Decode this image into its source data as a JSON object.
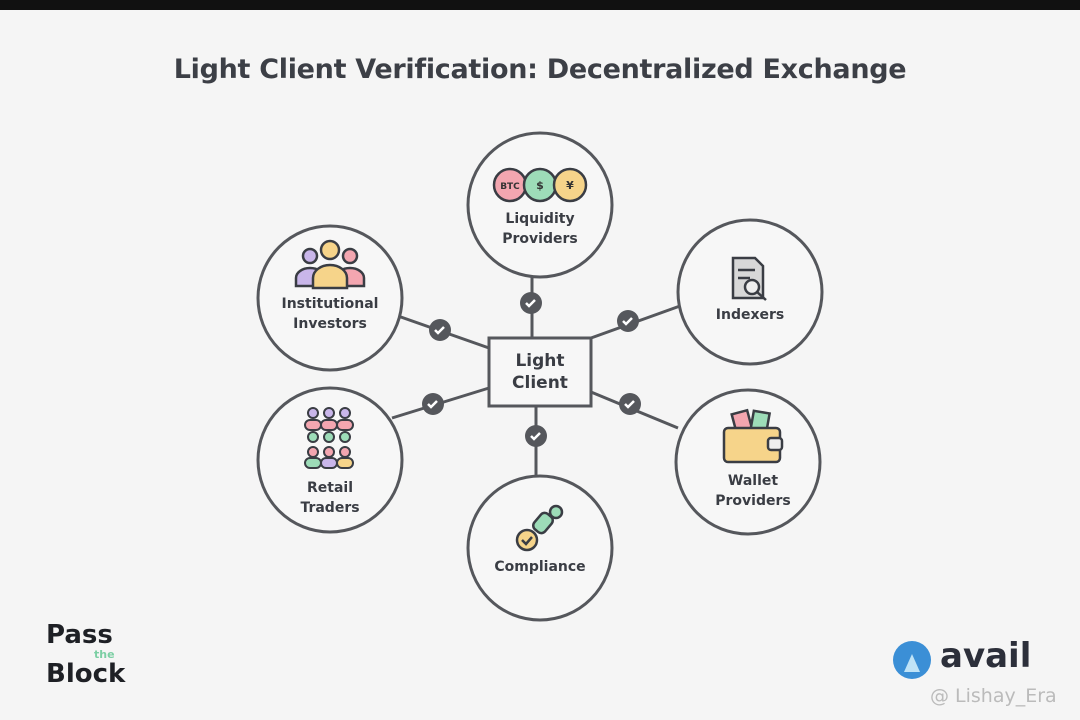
{
  "title": "Light Client Verification: Decentralized Exchange",
  "center": {
    "line1": "Light",
    "line2": "Client"
  },
  "nodes": {
    "liquidity": {
      "line1": "Liquidity",
      "line2": "Providers",
      "coins": [
        "BTC",
        "$",
        "¥"
      ]
    },
    "institutional": {
      "line1": "Institutional",
      "line2": "Investors"
    },
    "indexers": {
      "line1": "Indexers"
    },
    "retail": {
      "line1": "Retail",
      "line2": "Traders"
    },
    "wallet": {
      "line1": "Wallet",
      "line2": "Providers"
    },
    "compliance": {
      "line1": "Compliance"
    }
  },
  "logos": {
    "left_line1": "Pass",
    "left_small": "the",
    "left_line2": "Block",
    "right": "avail"
  },
  "watermark": "@ Lishay_Era",
  "colors": {
    "stroke": "#55575c",
    "check": "#55575c"
  }
}
